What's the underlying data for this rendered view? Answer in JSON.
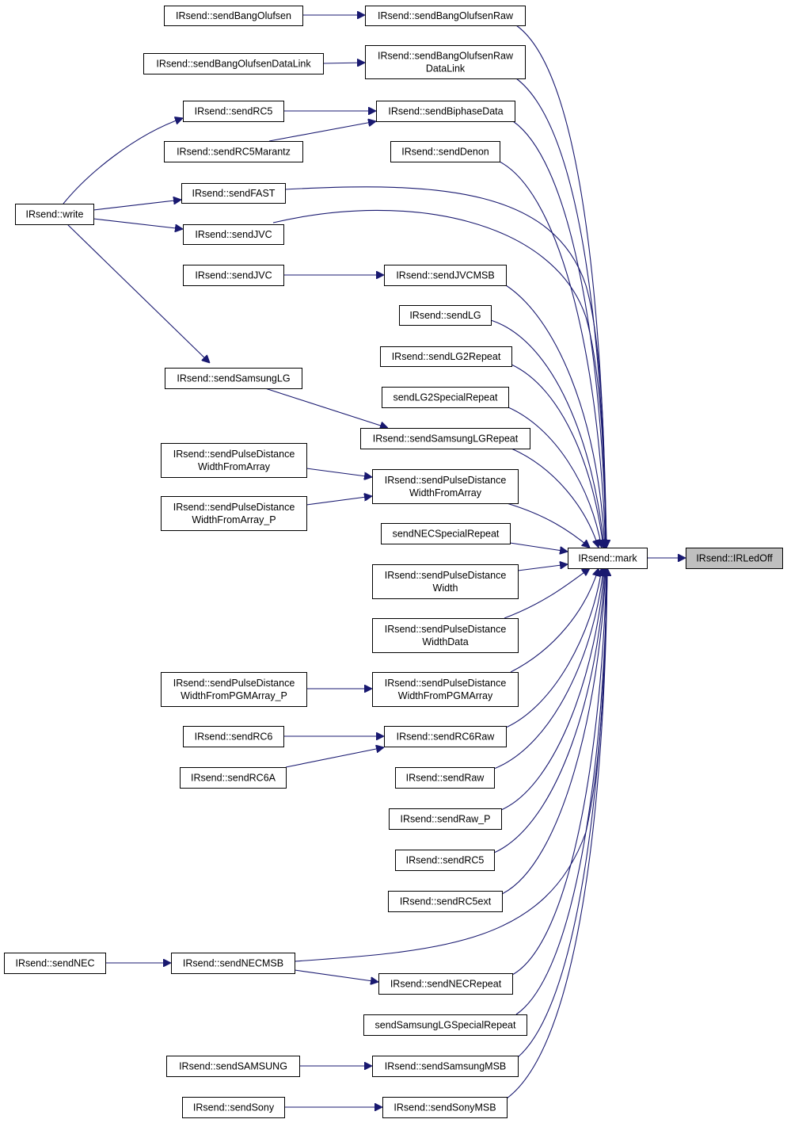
{
  "graph": {
    "edge_color": "#191970",
    "root_fill": "#bfbfbf",
    "nodes": [
      {
        "id": "sendBangOlufsen",
        "lines": [
          "IRsend::sendBangOlufsen"
        ]
      },
      {
        "id": "sendBangOlufsenRaw",
        "lines": [
          "IRsend::sendBangOlufsenRaw"
        ]
      },
      {
        "id": "sendBangOlufsenDataLink",
        "lines": [
          "IRsend::sendBangOlufsenDataLink"
        ]
      },
      {
        "id": "sendBangOlufsenRawDataLink",
        "lines": [
          "IRsend::sendBangOlufsenRaw",
          "DataLink"
        ]
      },
      {
        "id": "sendRC5",
        "lines": [
          "IRsend::sendRC5"
        ]
      },
      {
        "id": "sendBiphaseData",
        "lines": [
          "IRsend::sendBiphaseData"
        ]
      },
      {
        "id": "sendRC5Marantz",
        "lines": [
          "IRsend::sendRC5Marantz"
        ]
      },
      {
        "id": "sendDenon",
        "lines": [
          "IRsend::sendDenon"
        ]
      },
      {
        "id": "write",
        "lines": [
          "IRsend::write"
        ]
      },
      {
        "id": "sendFAST",
        "lines": [
          "IRsend::sendFAST"
        ]
      },
      {
        "id": "sendJVC1",
        "lines": [
          "IRsend::sendJVC"
        ]
      },
      {
        "id": "sendJVC2",
        "lines": [
          "IRsend::sendJVC"
        ]
      },
      {
        "id": "sendJVCMSB",
        "lines": [
          "IRsend::sendJVCMSB"
        ]
      },
      {
        "id": "sendLG",
        "lines": [
          "IRsend::sendLG"
        ]
      },
      {
        "id": "sendLG2Repeat",
        "lines": [
          "IRsend::sendLG2Repeat"
        ]
      },
      {
        "id": "sendSamsungLG",
        "lines": [
          "IRsend::sendSamsungLG"
        ]
      },
      {
        "id": "sendLG2SpecialRepeat",
        "lines": [
          "sendLG2SpecialRepeat"
        ]
      },
      {
        "id": "sendSamsungLGRepeat",
        "lines": [
          "IRsend::sendSamsungLGRepeat"
        ]
      },
      {
        "id": "sendPDWFromArray",
        "lines": [
          "IRsend::sendPulseDistance",
          "WidthFromArray"
        ]
      },
      {
        "id": "sendPDWFromArrayMain",
        "lines": [
          "IRsend::sendPulseDistance",
          "WidthFromArray"
        ]
      },
      {
        "id": "sendPDWFromArrayP",
        "lines": [
          "IRsend::sendPulseDistance",
          "WidthFromArray_P"
        ]
      },
      {
        "id": "sendNECSpecialRepeat",
        "lines": [
          "sendNECSpecialRepeat"
        ]
      },
      {
        "id": "mark",
        "lines": [
          "IRsend::mark"
        ]
      },
      {
        "id": "IRLedOff",
        "lines": [
          "IRsend::IRLedOff"
        ]
      },
      {
        "id": "sendPDWidth",
        "lines": [
          "IRsend::sendPulseDistance",
          "Width"
        ]
      },
      {
        "id": "sendPDWidthData",
        "lines": [
          "IRsend::sendPulseDistance",
          "WidthData"
        ]
      },
      {
        "id": "sendPDWFromPGMArrayP",
        "lines": [
          "IRsend::sendPulseDistance",
          "WidthFromPGMArray_P"
        ]
      },
      {
        "id": "sendPDWFromPGMArray",
        "lines": [
          "IRsend::sendPulseDistance",
          "WidthFromPGMArray"
        ]
      },
      {
        "id": "sendRC6",
        "lines": [
          "IRsend::sendRC6"
        ]
      },
      {
        "id": "sendRC6Raw",
        "lines": [
          "IRsend::sendRC6Raw"
        ]
      },
      {
        "id": "sendRC6A",
        "lines": [
          "IRsend::sendRC6A"
        ]
      },
      {
        "id": "sendRaw",
        "lines": [
          "IRsend::sendRaw"
        ]
      },
      {
        "id": "sendRawP",
        "lines": [
          "IRsend::sendRaw_P"
        ]
      },
      {
        "id": "sendRC5b",
        "lines": [
          "IRsend::sendRC5"
        ]
      },
      {
        "id": "sendRC5ext",
        "lines": [
          "IRsend::sendRC5ext"
        ]
      },
      {
        "id": "sendNEC",
        "lines": [
          "IRsend::sendNEC"
        ]
      },
      {
        "id": "sendNECMSB",
        "lines": [
          "IRsend::sendNECMSB"
        ]
      },
      {
        "id": "sendNECRepeat",
        "lines": [
          "IRsend::sendNECRepeat"
        ]
      },
      {
        "id": "sendSamsungLGSpecialRepeat",
        "lines": [
          "sendSamsungLGSpecialRepeat"
        ]
      },
      {
        "id": "sendSAMSUNG",
        "lines": [
          "IRsend::sendSAMSUNG"
        ]
      },
      {
        "id": "sendSamsungMSB",
        "lines": [
          "IRsend::sendSamsungMSB"
        ]
      },
      {
        "id": "sendSony",
        "lines": [
          "IRsend::sendSony"
        ]
      },
      {
        "id": "sendSonyMSB",
        "lines": [
          "IRsend::sendSonyMSB"
        ]
      }
    ]
  }
}
